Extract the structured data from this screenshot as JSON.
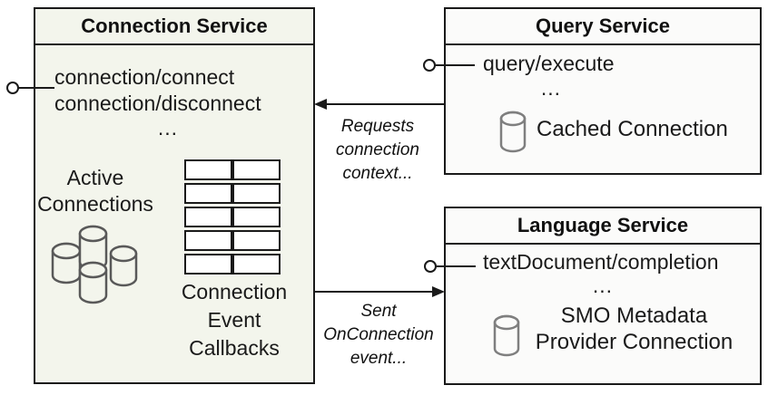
{
  "colors": {
    "background": "#ffffff",
    "border": "#1a1a1a",
    "connection_box_fill": "#f3f5ec",
    "service_box_fill": "#fbfbfa",
    "cluster_icon_stroke": "#595959",
    "database_icon_stroke": "#7f7f7f"
  },
  "connection_service": {
    "title": "Connection Service",
    "methods": [
      "connection/connect",
      "connection/disconnect",
      "..."
    ],
    "active_connections_label": "Active\nConnections",
    "callbacks_label": "Connection\nEvent\nCallbacks",
    "callbacks_table": {
      "rows": 5,
      "cols": 2
    }
  },
  "query_service": {
    "title": "Query Service",
    "methods": [
      "query/execute",
      "..."
    ],
    "database_label": "Cached Connection"
  },
  "language_service": {
    "title": "Language Service",
    "methods": [
      "textDocument/completion",
      "..."
    ],
    "database_label": "SMO Metadata\nProvider Connection"
  },
  "connectors": {
    "requests_label": "Requests\nconnection\ncontext...",
    "sent_label": "Sent\nOnConnection\nevent..."
  }
}
